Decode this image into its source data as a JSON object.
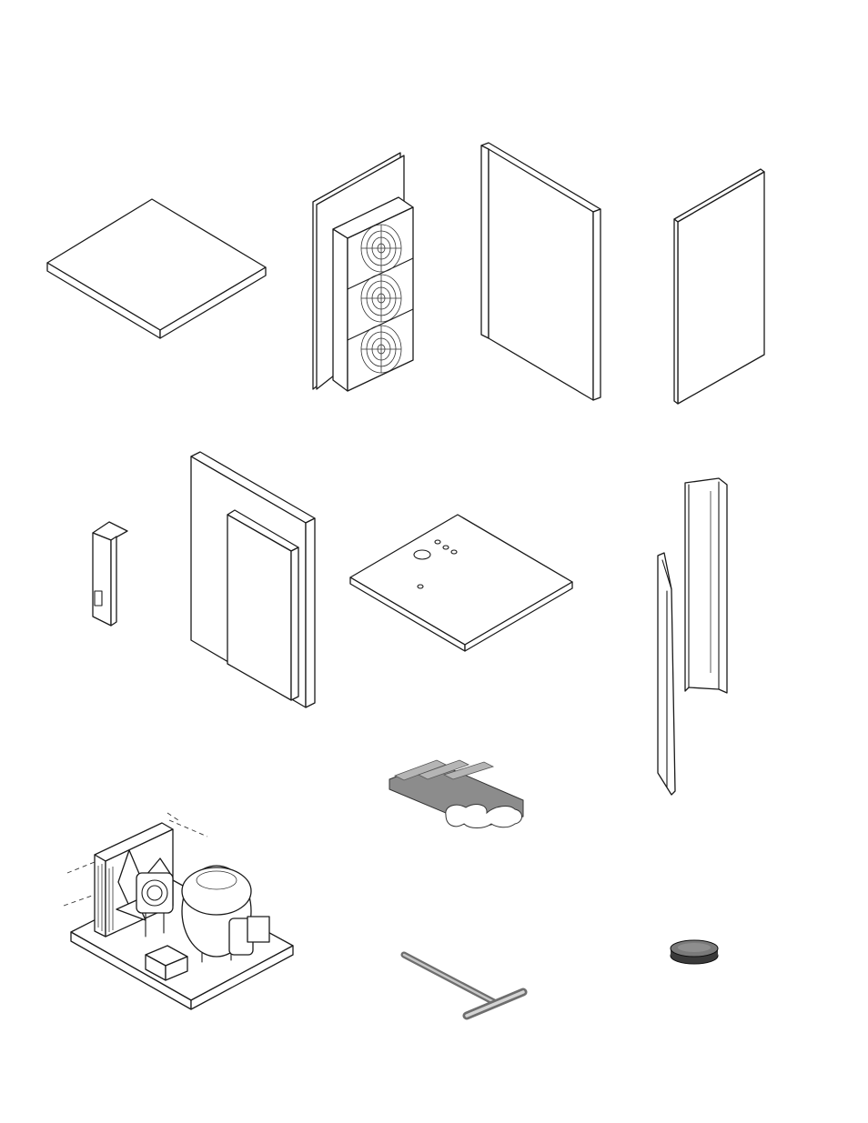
{
  "sheet": {
    "background": "#ffffff",
    "line_color": "#1a1a1a",
    "parts": [
      {
        "id": "top-panel",
        "icon": "flat-panel-icon"
      },
      {
        "id": "rear-fan-panel",
        "icon": "triple-fan-panel-icon"
      },
      {
        "id": "side-channel-panel",
        "icon": "channel-panel-icon"
      },
      {
        "id": "side-flat-panel",
        "icon": "flat-vertical-panel-icon"
      },
      {
        "id": "small-bracket",
        "icon": "bracket-icon"
      },
      {
        "id": "door-panel",
        "icon": "door-panel-icon"
      },
      {
        "id": "base-panel",
        "icon": "drilled-base-plate-icon"
      },
      {
        "id": "corner-trims",
        "icon": "corner-trim-icon"
      },
      {
        "id": "condensing-unit",
        "icon": "compressor-unit-icon"
      },
      {
        "id": "gasket-profile",
        "icon": "gasket-profile-icon"
      },
      {
        "id": "t-handle-key",
        "icon": "t-handle-key-icon"
      },
      {
        "id": "round-disc",
        "icon": "disc-cap-icon"
      }
    ]
  }
}
